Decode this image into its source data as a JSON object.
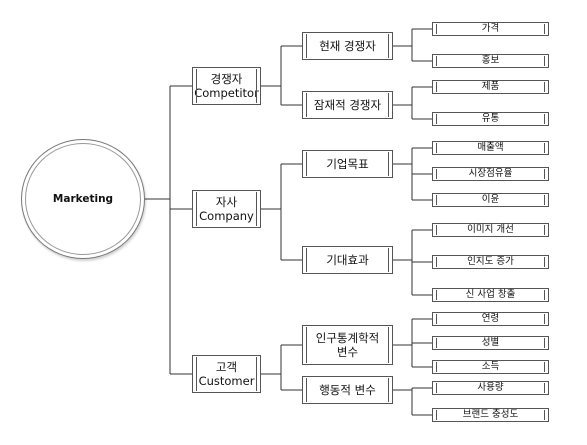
{
  "root": "Marketing",
  "branches": [
    {
      "label": [
        "경쟁자",
        "Competitor"
      ],
      "children": [
        {
          "label": [
            "현재 경쟁자"
          ],
          "leaves": [
            "가격",
            "홍보"
          ]
        },
        {
          "label": [
            "잠재적 경쟁자"
          ],
          "leaves": [
            "제품",
            "유통"
          ]
        }
      ]
    },
    {
      "label": [
        "자사",
        "Company"
      ],
      "children": [
        {
          "label": [
            "기업목표"
          ],
          "leaves": [
            "매출액",
            "시장점유율",
            "이윤"
          ]
        },
        {
          "label": [
            "기대효과"
          ],
          "leaves": [
            "이미지 개선",
            "인지도 증가",
            "신 사업 창출"
          ]
        }
      ]
    },
    {
      "label": [
        "고객",
        "Customer"
      ],
      "children": [
        {
          "label": [
            "인구통계학적",
            "변수"
          ],
          "leaves": [
            "연령",
            "성별",
            "소득"
          ]
        },
        {
          "label": [
            "행동적 변수"
          ],
          "leaves": [
            "사용량",
            "브랜드 충성도"
          ]
        }
      ]
    }
  ]
}
